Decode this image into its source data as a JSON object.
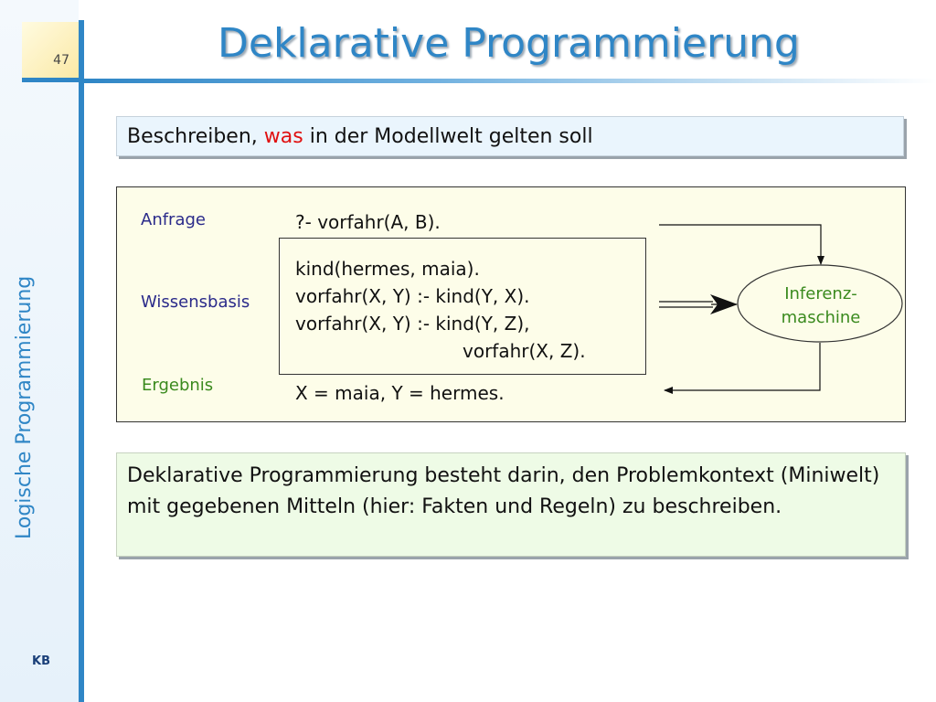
{
  "slide": {
    "number": "47",
    "title": "Deklarative Programmierung",
    "vertical_title": "Logische Programmierung",
    "footer_label": "KB"
  },
  "intro_box": {
    "prefix": "Beschreiben, ",
    "highlight": "was",
    "suffix": " in der Modellwelt gelten soll",
    "highlight_color": "#e01010"
  },
  "diagram": {
    "labels": {
      "query": "Anfrage",
      "knowledge_base": "Wissensbasis",
      "result": "Ergebnis"
    },
    "query_text": "?- vorfahr(A, B).",
    "knowledge_base_lines": [
      "kind(hermes, maia).",
      "vorfahr(X, Y) :- kind(Y, X).",
      "vorfahr(X, Y) :- kind(Y, Z),",
      "vorfahr(X, Z)."
    ],
    "result_text": "X = maia, Y = hermes.",
    "engine_lines": [
      "Inferenz-",
      "maschine"
    ]
  },
  "conclusion_box": {
    "text": "Deklarative Programmierung besteht darin, den Problemkontext (Miniwelt) mit gegebenen Mitteln (hier: Fakten und Regeln) zu beschreiben."
  },
  "colors": {
    "accent_blue": "#2f86c6",
    "label_blue": "#2a2a8a",
    "label_green": "#3a8a1e",
    "diagram_bg": "#fdfde9",
    "intro_bg": "#eaf5fd",
    "conclusion_bg": "#eefbe6"
  }
}
